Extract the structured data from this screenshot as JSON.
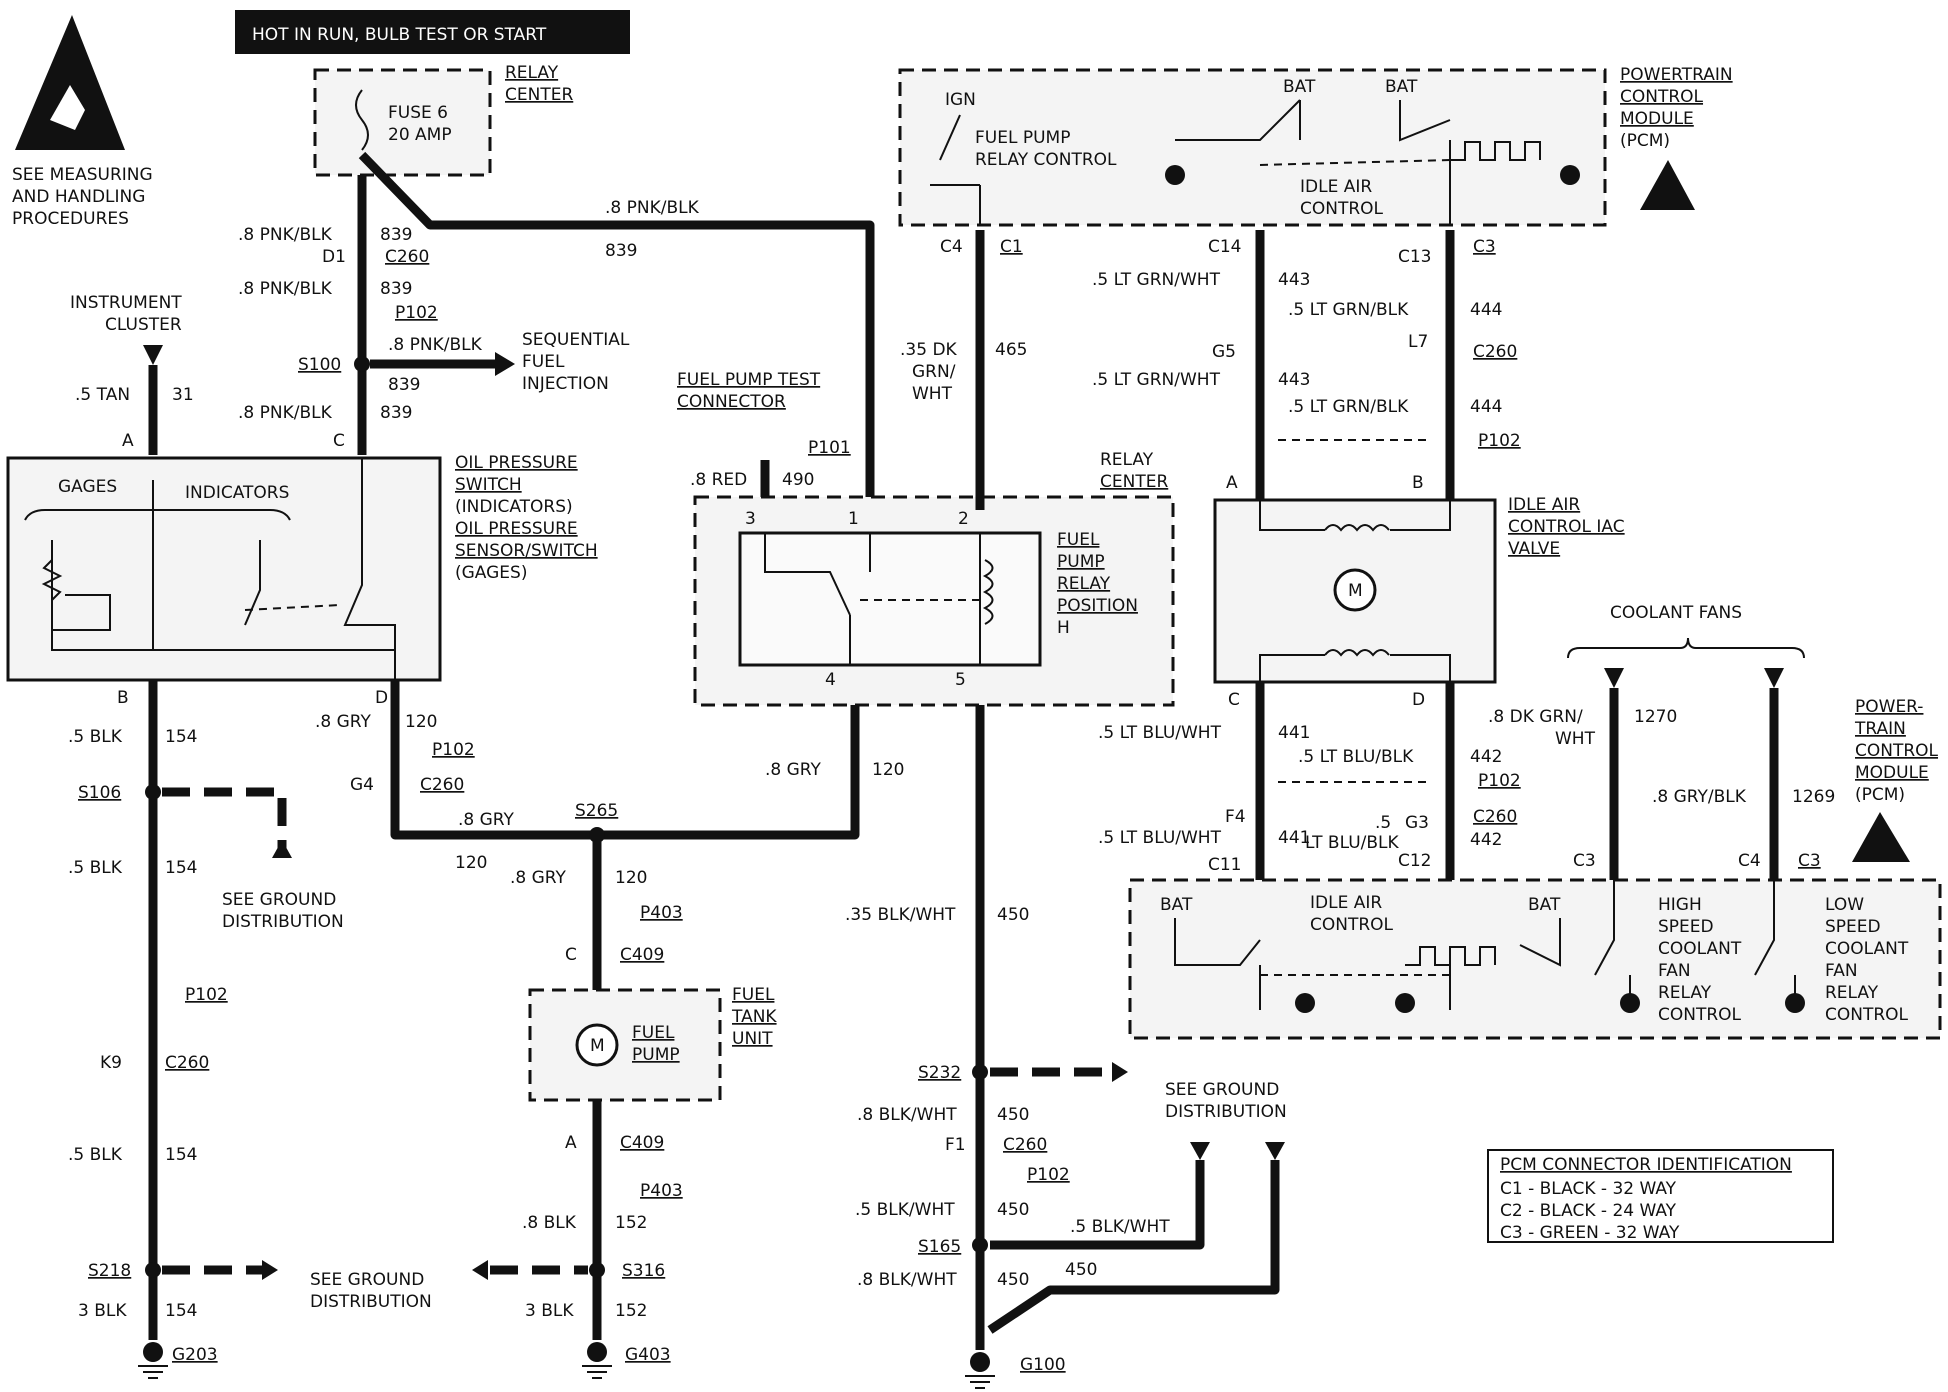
{
  "banner": "HOT IN RUN, BULB TEST OR START",
  "esd_note": [
    "SEE MEASURING",
    "AND HANDLING",
    "PROCEDURES"
  ],
  "relay_center_top": [
    "RELAY",
    "CENTER"
  ],
  "fuse": [
    "FUSE 6",
    "20 AMP"
  ],
  "pcm_top": [
    "POWERTRAIN",
    "CONTROL",
    "MODULE",
    "(PCM)"
  ],
  "pcm_top_labels": {
    "ign": "IGN",
    "bat1": "BAT",
    "bat2": "BAT",
    "fuel_pump_relay": [
      "FUEL PUMP",
      "RELAY CONTROL"
    ],
    "idle_air": [
      "IDLE AIR",
      "CONTROL"
    ]
  },
  "instrument_cluster": [
    "INSTRUMENT",
    "CLUSTER"
  ],
  "gages": "GAGES",
  "indicators": "INDICATORS",
  "oil_pressure": [
    "OIL PRESSURE",
    "SWITCH",
    "(INDICATORS)",
    "OIL PRESSURE",
    "SENSOR/SWITCH",
    "(GAGES)"
  ],
  "sequential_fuel": [
    "SEQUENTIAL",
    "FUEL",
    "INJECTION"
  ],
  "fuel_pump_test": [
    "FUEL PUMP TEST",
    "CONNECTOR"
  ],
  "relay_center_mid": [
    "RELAY",
    "CENTER"
  ],
  "fuel_pump_relay": [
    "FUEL",
    "PUMP",
    "RELAY",
    "POSITION",
    "H"
  ],
  "iac_valve": [
    "IDLE AIR",
    "CONTROL IAC",
    "VALVE"
  ],
  "coolant_fans": "COOLANT FANS",
  "pcm_right": [
    "POWER-",
    "TRAIN",
    "CONTROL",
    "MODULE",
    "(PCM)"
  ],
  "pcm_bottom_labels": {
    "bat1": "BAT",
    "bat2": "BAT",
    "idle_air": [
      "IDLE AIR",
      "CONTROL"
    ],
    "high": [
      "HIGH",
      "SPEED",
      "COOLANT",
      "FAN",
      "RELAY",
      "CONTROL"
    ],
    "low": [
      "LOW",
      "SPEED",
      "COOLANT",
      "FAN",
      "RELAY",
      "CONTROL"
    ]
  },
  "fuel_tank_unit": [
    "FUEL",
    "TANK",
    "UNIT"
  ],
  "fuel_pump_motor": [
    "FUEL",
    "PUMP"
  ],
  "see_ground": [
    "SEE GROUND",
    "DISTRIBUTION"
  ],
  "pcm_id": {
    "title": "PCM CONNECTOR IDENTIFICATION",
    "rows": [
      "C1 - BLACK - 32 WAY",
      "C2 - BLACK - 24 WAY",
      "C3 - GREEN - 32 WAY"
    ]
  },
  "labels": {
    "pnk1": ".8 PNK/BLK",
    "c839a": "839",
    "d1": "D1",
    "c260a": "C260",
    "pnk2": ".8 PNK/BLK",
    "c839b": "839",
    "p102a": "P102",
    "s100": "S100",
    "pnk3": ".8 PNK/BLK",
    "c839c": "839",
    "pnk4": ".8 PNK/BLK",
    "c839d": "839",
    "pnk_top": ".8 PNK/BLK",
    "c839e": "839",
    "tan": ".5 TAN",
    "c31": "31",
    "pinA": "A",
    "pinC": "C",
    "pinB": "B",
    "blk154a": ".5 BLK",
    "c154a": "154",
    "s106": "S106",
    "blk154b": ".5 BLK",
    "c154b": "154",
    "p102b": "P102",
    "k9": "K9",
    "c260b": "C260",
    "blk154c": ".5 BLK",
    "c154c": "154",
    "s218": "S218",
    "blk3": "3 BLK",
    "c154d": "154",
    "g203": "G203",
    "pinD": "D",
    "gry1": ".8 GRY",
    "c120a": "120",
    "p102c": "P102",
    "g4": "G4",
    "c260c": "C260",
    "gry2": ".8 GRY",
    "s265": "S265",
    "c120b": "120",
    "gry3": ".8 GRY",
    "c120c": "120",
    "gry4": ".8 GRY",
    "c120d": "120",
    "p403a": "P403",
    "pinC2": "C",
    "c409a": "C409",
    "pinA2": "A",
    "c409b": "C409",
    "p403b": "P403",
    "blk152": ".8 BLK",
    "c152a": "152",
    "s316": "S316",
    "blk3b": "3 BLK",
    "c152b": "152",
    "g403": "G403",
    "p101": "P101",
    "red": ".8 RED",
    "c490": "490",
    "pin3": "3",
    "pin1": "1",
    "pin2": "2",
    "pin4": "4",
    "pin5": "5",
    "c4": "C4",
    "c1": "C1",
    "dkgrn": [
      ".35 DK",
      "GRN/",
      "WHT"
    ],
    "c465": "465",
    "blkwht1": ".35 BLK/WHT",
    "c450a": "450",
    "s232": "S232",
    "blkwht2": ".8 BLK/WHT",
    "c450b": "450",
    "f1": "F1",
    "c260d": "C260",
    "p102d": "P102",
    "blkwht3": ".5 BLK/WHT",
    "c450c": "450",
    "s165": "S165",
    "blkwht4": ".5 BLK/WHT",
    "blkwht5": ".8 BLK/WHT",
    "c450d": "450",
    "c450e": "450",
    "g100": "G100",
    "c14": "C14",
    "c13": "C13",
    "c3a": "C3",
    "ltgrnwht1": ".5 LT GRN/WHT",
    "c443a": "443",
    "ltgrnblk1": ".5 LT GRN/BLK",
    "c444a": "444",
    "g5": "G5",
    "l7": "L7",
    "c260e": "C260",
    "ltgrnwht2": ".5 LT GRN/WHT",
    "c443b": "443",
    "ltgrnblk2": ".5 LT GRN/BLK",
    "c444b": "444",
    "p102e": "P102",
    "pinA3": "A",
    "pinB3": "B",
    "pinC3": "C",
    "pinD3": "D",
    "ltbluwht1": ".5 LT BLU/WHT",
    "c441a": "441",
    "ltblublk1": ".5 LT BLU/BLK",
    "c442a": "442",
    "p102f": "P102",
    "f4": "F4",
    "g3": "G3",
    "c260f": "C260",
    "ltbluwht2": ".5 LT BLU/WHT",
    "c441b": "441",
    "ltblublk2a": ".5",
    "ltblublk2b": "LT BLU/BLK",
    "c442b": "442",
    "c11": "C11",
    "c12": "C12",
    "dkgrnwht": [
      ".8 DK GRN/",
      "WHT"
    ],
    "c1270": "1270",
    "gryblk": ".8 GRY/BLK",
    "c1269": "1269",
    "c3b": "C3",
    "c4b": "C4",
    "c3c": "C3"
  }
}
